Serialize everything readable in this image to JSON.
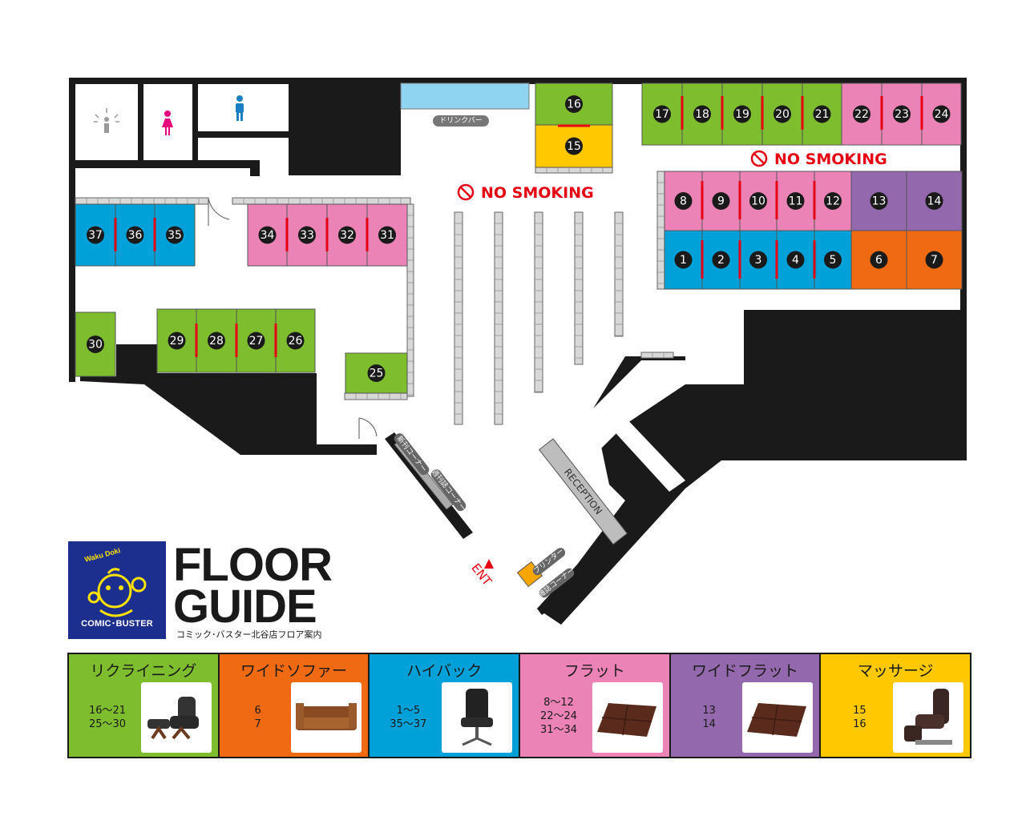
{
  "title_line1": "FLOOR",
  "title_line2": "GUIDE",
  "subtitle": "コミック･バスター北谷店フロア案内",
  "logo": {
    "brand": "COMIC･BUSTER",
    "tagline": "Waku Doki"
  },
  "signs": {
    "no_smoking": "NO SMOKING",
    "drink_bar": "ドリンクバー",
    "reception": "RECEPTION",
    "entrance": "ENT",
    "printer": "プリンター",
    "new_books": "新刊コーナー",
    "weekly": "週刊誌コーナー",
    "magazines": "雑誌コーナー"
  },
  "colors": {
    "recliner": "#7dbd2e",
    "wide_sofa": "#ef6a12",
    "high_back": "#00a0d8",
    "flat": "#eb83b6",
    "wide_flat": "#9468ac",
    "massage": "#ffc800",
    "wall": "#1a1a1a",
    "drink_bar": "#8fd4f0",
    "divider": "#e60012",
    "bubble": "#1a1a1a"
  },
  "booths": [
    {
      "n": "1",
      "cat": "high_back"
    },
    {
      "n": "2",
      "cat": "high_back"
    },
    {
      "n": "3",
      "cat": "high_back"
    },
    {
      "n": "4",
      "cat": "high_back"
    },
    {
      "n": "5",
      "cat": "high_back"
    },
    {
      "n": "6",
      "cat": "wide_sofa"
    },
    {
      "n": "7",
      "cat": "wide_sofa"
    },
    {
      "n": "8",
      "cat": "flat"
    },
    {
      "n": "9",
      "cat": "flat"
    },
    {
      "n": "10",
      "cat": "flat"
    },
    {
      "n": "11",
      "cat": "flat"
    },
    {
      "n": "12",
      "cat": "flat"
    },
    {
      "n": "13",
      "cat": "wide_flat"
    },
    {
      "n": "14",
      "cat": "wide_flat"
    },
    {
      "n": "15",
      "cat": "massage"
    },
    {
      "n": "16",
      "cat": "recliner"
    },
    {
      "n": "17",
      "cat": "recliner"
    },
    {
      "n": "18",
      "cat": "recliner"
    },
    {
      "n": "19",
      "cat": "recliner"
    },
    {
      "n": "20",
      "cat": "recliner"
    },
    {
      "n": "21",
      "cat": "recliner"
    },
    {
      "n": "22",
      "cat": "flat"
    },
    {
      "n": "23",
      "cat": "flat"
    },
    {
      "n": "24",
      "cat": "flat"
    },
    {
      "n": "25",
      "cat": "recliner"
    },
    {
      "n": "26",
      "cat": "recliner"
    },
    {
      "n": "27",
      "cat": "recliner"
    },
    {
      "n": "28",
      "cat": "recliner"
    },
    {
      "n": "29",
      "cat": "recliner"
    },
    {
      "n": "30",
      "cat": "recliner"
    },
    {
      "n": "31",
      "cat": "flat"
    },
    {
      "n": "32",
      "cat": "flat"
    },
    {
      "n": "33",
      "cat": "flat"
    },
    {
      "n": "34",
      "cat": "flat"
    },
    {
      "n": "35",
      "cat": "high_back"
    },
    {
      "n": "36",
      "cat": "high_back"
    },
    {
      "n": "37",
      "cat": "high_back"
    }
  ],
  "restroom_icons": [
    "shower-icon",
    "female-restroom-icon",
    "male-restroom-icon"
  ],
  "legend": [
    {
      "key": "recliner",
      "name": "リクライニング",
      "color": "#7dbd2e",
      "nums": [
        "16～21",
        "25～30"
      ],
      "icon": "recliner-chair-icon"
    },
    {
      "key": "wide_sofa",
      "name": "ワイドソファー",
      "color": "#ef6a12",
      "nums": [
        "6",
        "7"
      ],
      "icon": "sofa-icon"
    },
    {
      "key": "high_back",
      "name": "ハイバック",
      "color": "#00a0d8",
      "nums": [
        "1～5",
        "35～37"
      ],
      "icon": "office-chair-icon"
    },
    {
      "key": "flat",
      "name": "フラット",
      "color": "#eb83b6",
      "nums": [
        "8～12",
        "22～24",
        "31～34"
      ],
      "icon": "flat-mat-icon"
    },
    {
      "key": "wide_flat",
      "name": "ワイドフラット",
      "color": "#9468ac",
      "nums": [
        "13",
        "14"
      ],
      "icon": "wide-flat-mat-icon"
    },
    {
      "key": "massage",
      "name": "マッサージ",
      "color": "#ffc800",
      "nums": [
        "15",
        "16"
      ],
      "icon": "massage-chair-icon"
    }
  ]
}
